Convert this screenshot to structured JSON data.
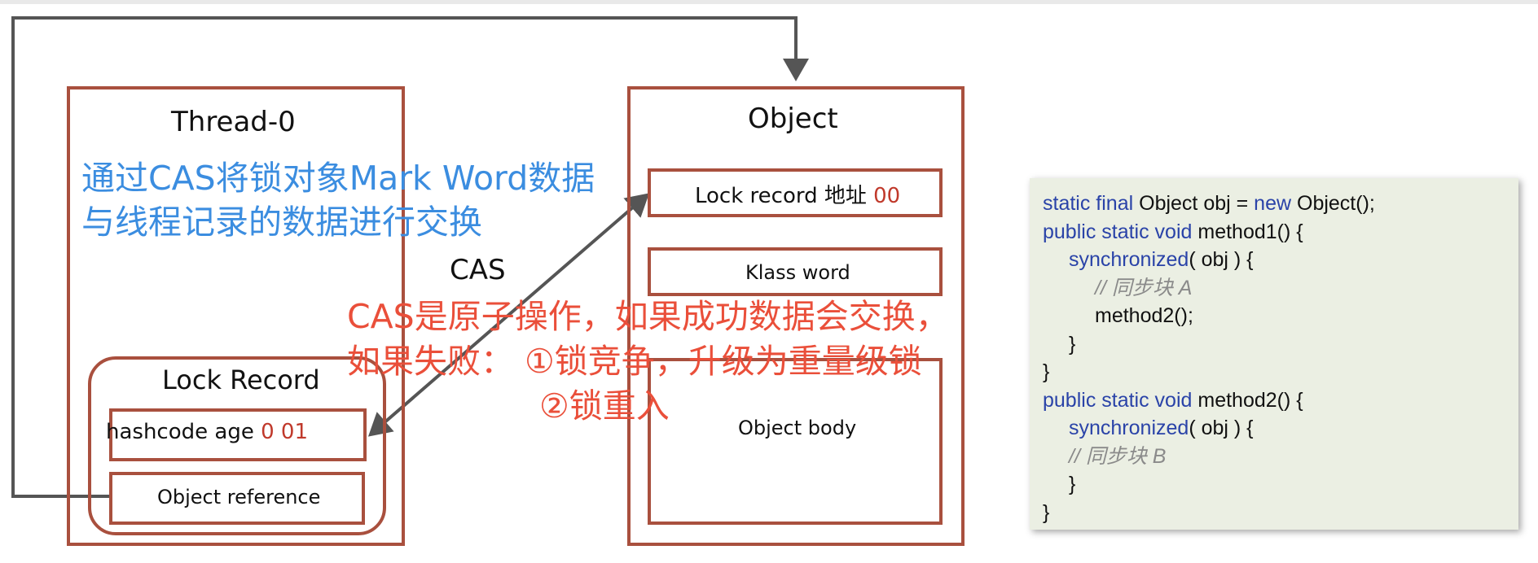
{
  "thread": {
    "title": "Thread-0",
    "lock_record_title": "Lock Record",
    "hashcode_text": "hashcode age ",
    "hashcode_bits": "0 01",
    "object_reference": "Object reference"
  },
  "object": {
    "title": "Object",
    "lock_record_text": "Lock record 地址 ",
    "lock_record_bits": "00",
    "klass_word": "Klass word",
    "object_body": "Object body"
  },
  "cas_label": "CAS",
  "blue_note": {
    "line1": "通过CAS将锁对象Mark Word数据",
    "line2": "与线程记录的数据进行交换"
  },
  "red_note": {
    "line1": "CAS是原子操作，如果成功数据会交换，",
    "line2": "如果失败：  ①锁竞争，升级为重量级锁",
    "line3": "②锁重入"
  },
  "code": {
    "l1a": "static final",
    "l1b": " Object obj = ",
    "l1c": "new",
    "l1d": " Object();",
    "l2a": "public static void",
    "l2b": " method1() {",
    "l3a": "synchronized",
    "l3b": "( obj ) {",
    "l4": "// 同步块 A",
    "l5": "method2();",
    "l6": "}",
    "l7": "}",
    "l8a": "public static void",
    "l8b": " method2() {",
    "l9a": "synchronized",
    "l9b": "( obj ) {",
    "l10": "// 同步块 B",
    "l11": "}",
    "l12": "}"
  },
  "colors": {
    "box_border": "#a9503e",
    "arrow": "#555555",
    "blue_note": "#3b8de0",
    "red_note": "#ea4f3a",
    "bits_red": "#c0392b",
    "keyword_blue": "#2a43a8",
    "code_bg": "#ebefe3"
  }
}
